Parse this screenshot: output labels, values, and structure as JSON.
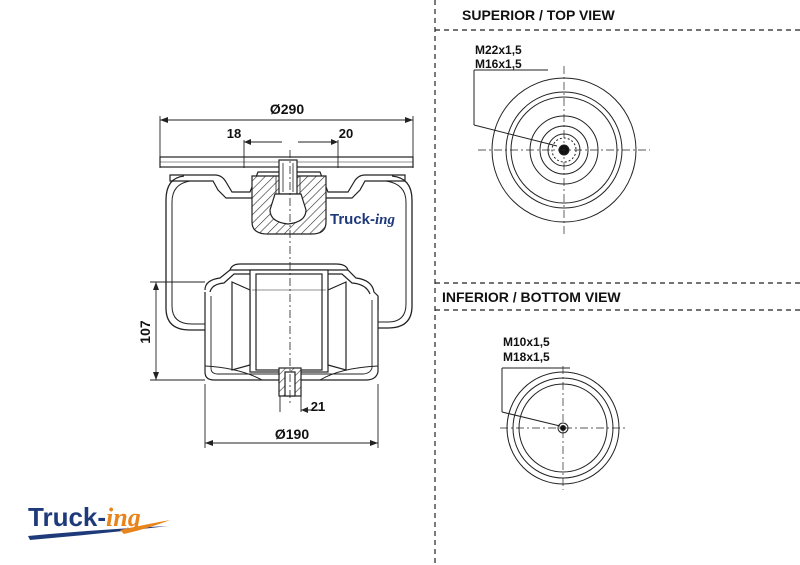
{
  "views": {
    "top_title": "SUPERIOR / TOP VIEW",
    "bottom_title": "INFERIOR / BOTTOM VIEW"
  },
  "dimensions": {
    "top_diameter": "Ø290",
    "bottom_diameter": "Ø190",
    "height": "107",
    "left_offset": "18",
    "right_offset": "20",
    "bottom_offset": "21"
  },
  "threads": {
    "top_1": "M22x1,5",
    "top_2": "M16x1,5",
    "bottom_1": "M10x1,5",
    "bottom_2": "M18x1,5"
  },
  "brand": {
    "logo_prefix": "Truck-",
    "logo_suffix": "ing",
    "watermark_prefix": "Truck-",
    "watermark_suffix": "ing",
    "colors": {
      "navy": "#1f3a7a",
      "orange": "#e8841c"
    }
  }
}
